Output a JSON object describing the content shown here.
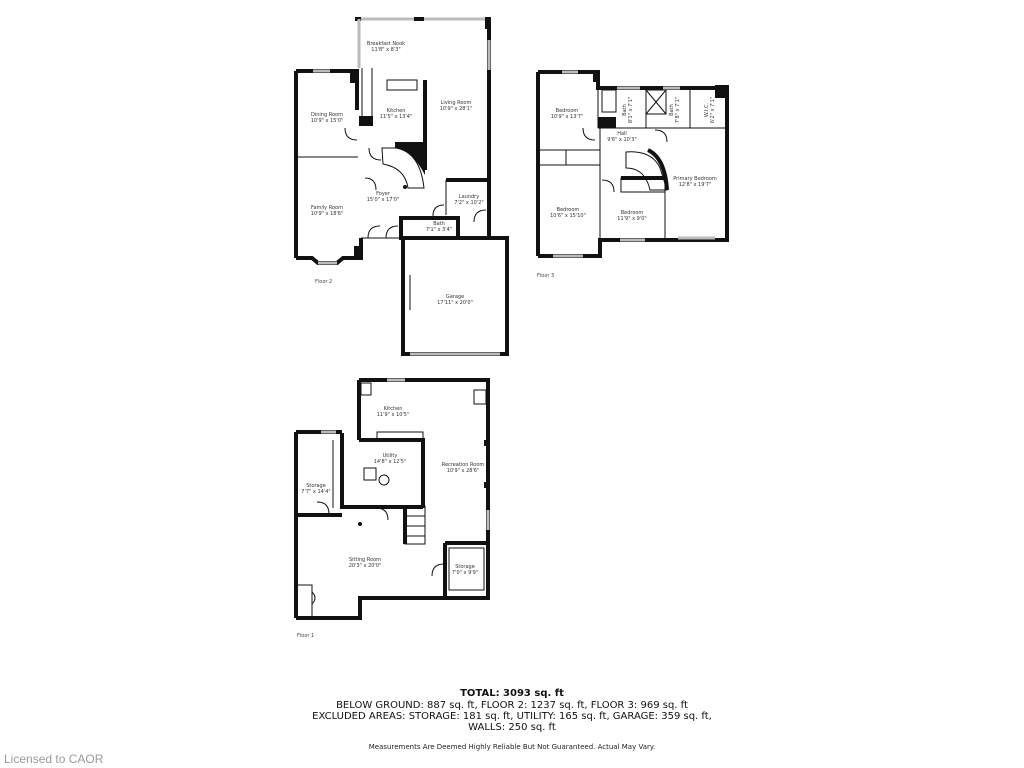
{
  "floors": {
    "floor2": {
      "label": "Floor 2",
      "rooms": [
        {
          "name": "Breakfast Nook",
          "dims": "11'8\" x 8'3\""
        },
        {
          "name": "Kitchen",
          "dims": "11'5\" x 13'4\""
        },
        {
          "name": "Living Room",
          "dims": "10'9\" x 28'1\""
        },
        {
          "name": "Dining Room",
          "dims": "10'9\" x 15'0\""
        },
        {
          "name": "Family Room",
          "dims": "10'9\" x 18'6\""
        },
        {
          "name": "Foyer",
          "dims": "15'0\" x 17'0\""
        },
        {
          "name": "Laundry",
          "dims": "7'2\" x 10'2\""
        },
        {
          "name": "Bath",
          "dims": "7'1\" x 3'4\""
        },
        {
          "name": "Garage",
          "dims": "17'11\" x 20'0\""
        }
      ]
    },
    "floor3": {
      "label": "Floor 3",
      "rooms": [
        {
          "name": "Bedroom",
          "dims": "10'9\" x 13'7\""
        },
        {
          "name": "Bath",
          "dims": "8'1\" x 7'1\""
        },
        {
          "name": "Bath",
          "dims": "7'8\" x 7'1\""
        },
        {
          "name": "W.I.C.",
          "dims": "6'2\" x 7'1\""
        },
        {
          "name": "Hall",
          "dims": "9'6\" x 10'3\""
        },
        {
          "name": "Primary Bedroom",
          "dims": "12'8\" x 19'7\""
        },
        {
          "name": "Bedroom",
          "dims": "10'6\" x 15'10\""
        },
        {
          "name": "Bedroom",
          "dims": "11'9\" x 9'0\""
        }
      ]
    },
    "floor1": {
      "label": "Floor 1",
      "rooms": [
        {
          "name": "Kitchen",
          "dims": "11'9\" x 10'5\""
        },
        {
          "name": "Utility",
          "dims": "14'8\" x 12'5\""
        },
        {
          "name": "Recreation Room",
          "dims": "10'9\" x 28'6\""
        },
        {
          "name": "Storage",
          "dims": "7'7\" x 14'4\""
        },
        {
          "name": "Sitting Room",
          "dims": "20'3\" x 20'0\""
        },
        {
          "name": "Storage",
          "dims": "7'0\" x 9'9\""
        }
      ]
    }
  },
  "summary": {
    "total": "TOTAL: 3093 sq. ft",
    "line1": "BELOW GROUND: 887 sq. ft, FLOOR 2: 1237 sq. ft, FLOOR 3: 969 sq. ft",
    "line2": "EXCLUDED AREAS: STORAGE: 181 sq. ft, UTILITY: 165 sq. ft, GARAGE: 359 sq. ft,",
    "line3": "WALLS: 250 sq. ft",
    "disclaimer": "Measurements Are Deemed Highly Reliable But Not Guaranteed. Actual May Vary."
  },
  "watermark": "Licensed to CAOR"
}
